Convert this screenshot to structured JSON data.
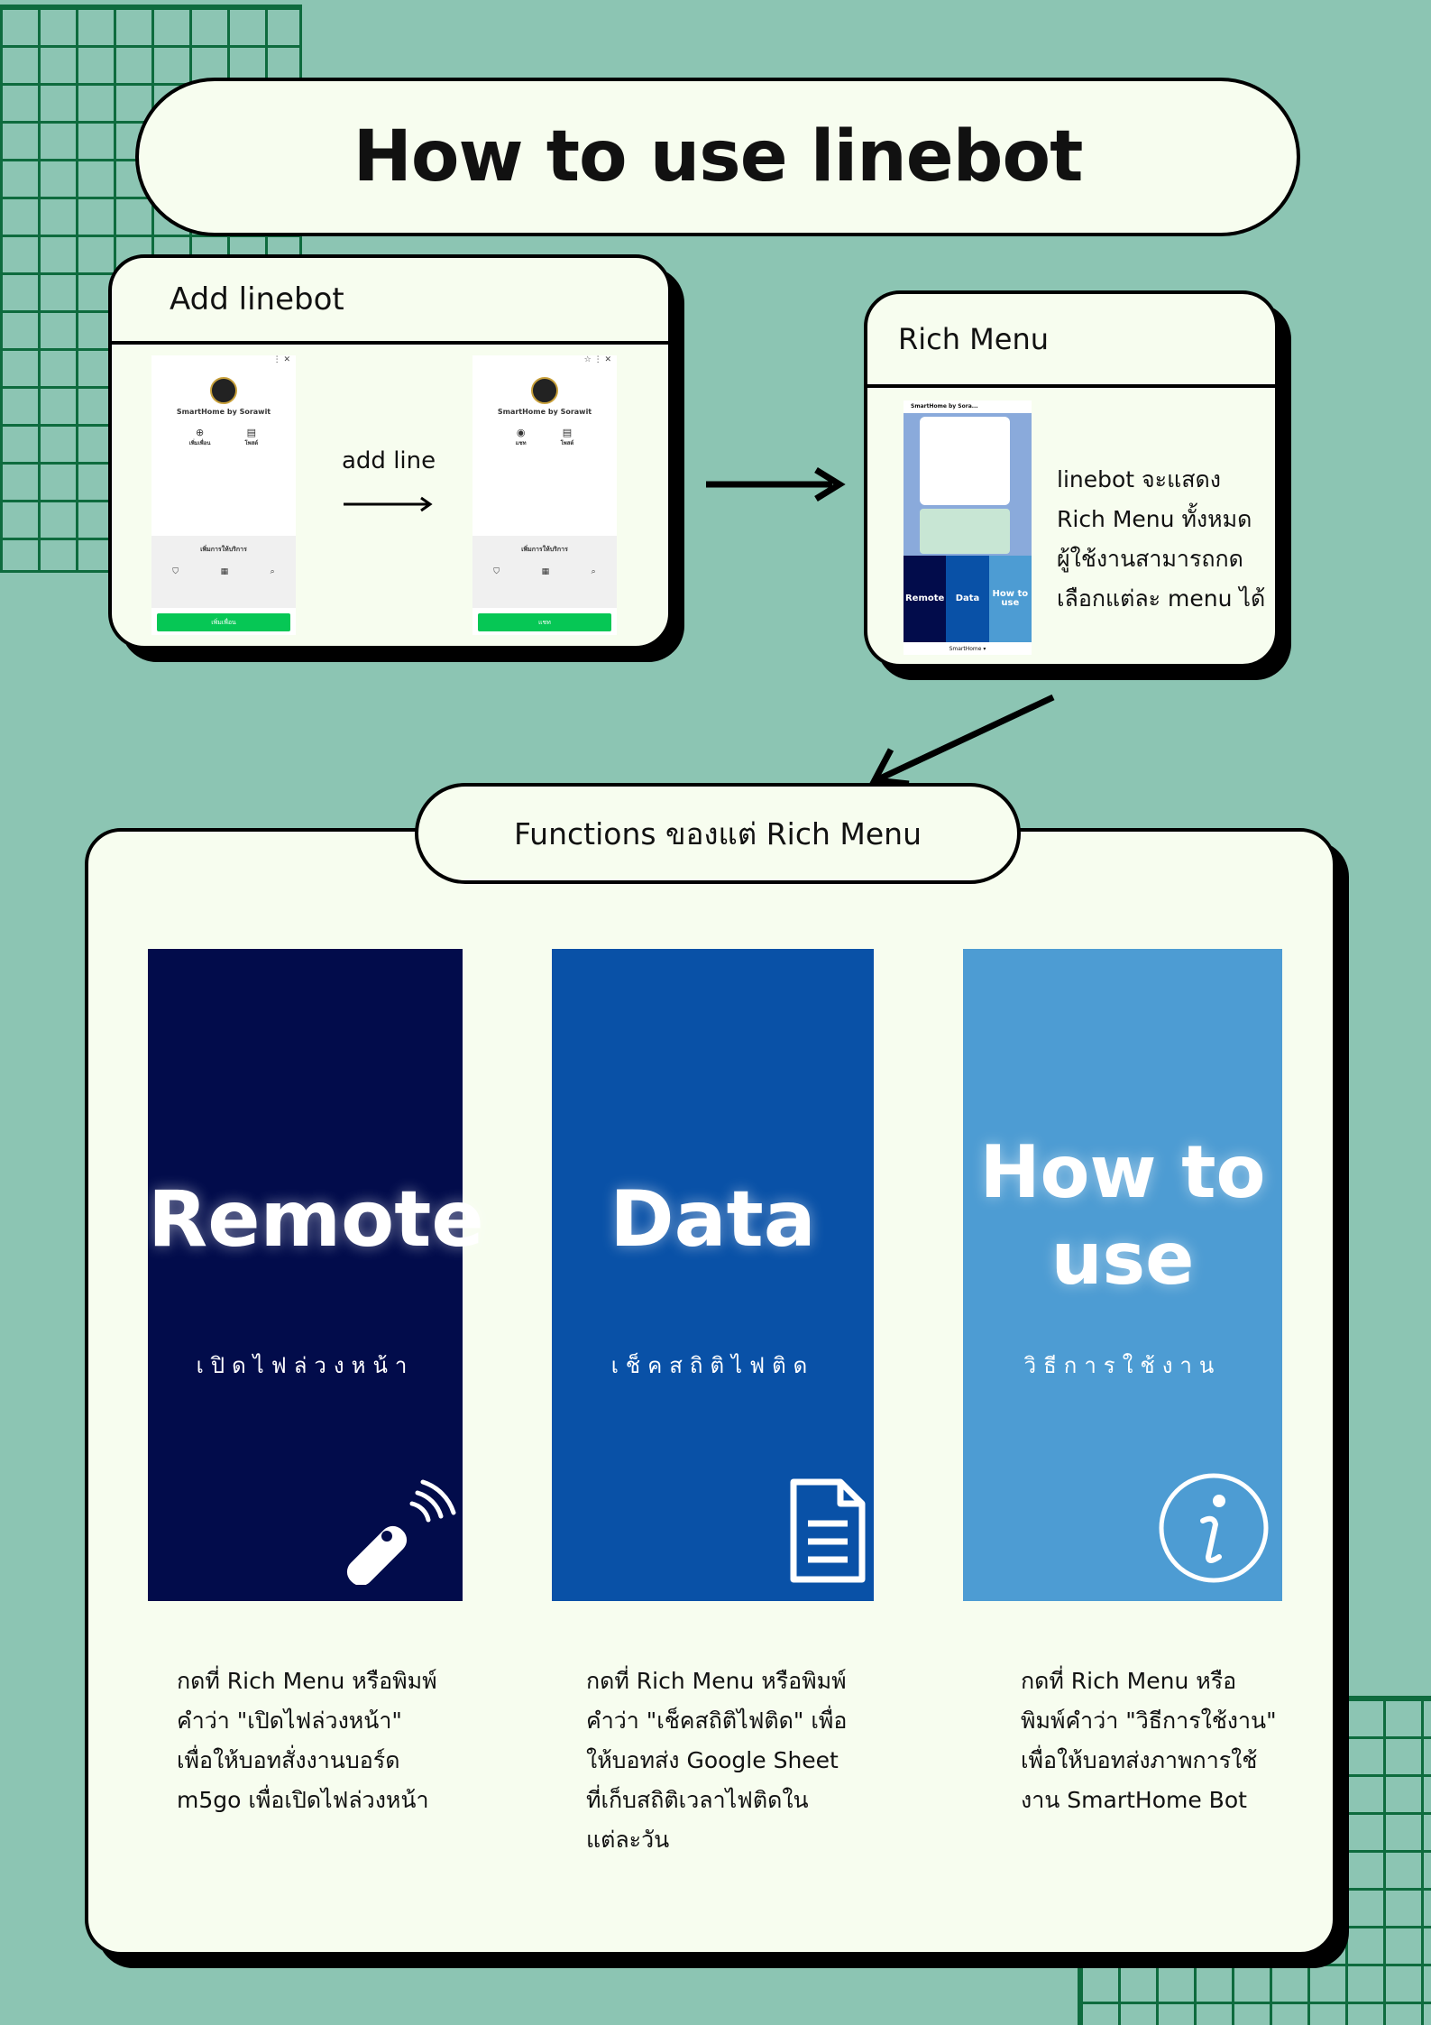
{
  "title": "How to use linebot",
  "add_section": {
    "header": "Add linebot",
    "add_line_label": "add line",
    "phone_before": {
      "name": "SmartHome by Sorawit",
      "actions": [
        "เพิ่มเพื่อน",
        "โพสต์"
      ],
      "panel_title": "เพิ่มการให้บริการ",
      "button": "เพิ่มเพื่อน"
    },
    "phone_after": {
      "name": "SmartHome by Sorawit",
      "actions": [
        "แชท",
        "โพสต์"
      ],
      "panel_title": "เพิ่มการให้บริการ",
      "button": "แชท"
    }
  },
  "rich_section": {
    "header": "Rich Menu",
    "phone_title": "SmartHome by Sora...",
    "tiles": [
      "Remote",
      "Data",
      "How to use"
    ],
    "footer": "SmartHome ▾",
    "description": [
      "linebot จะแสดง",
      "Rich Menu ทั้งหมด",
      "ผู้ใช้งานสามารถกด",
      "เลือกแต่ละ menu ได้"
    ]
  },
  "functions_section": {
    "label": "Functions ของแต่ Rich Menu",
    "cards": [
      {
        "title": "Remote",
        "subtitle": "เปิดไฟล่วงหน้า",
        "color": "#020c4b",
        "icon": "remote-icon"
      },
      {
        "title": "Data",
        "subtitle": "เช็คสถิติไฟติด",
        "color": "#0951a7",
        "icon": "document-icon"
      },
      {
        "title_line1": "How to",
        "title_line2": "use",
        "subtitle": "วิธีการใช้งาน",
        "color": "#4d9cd3",
        "icon": "info-icon"
      }
    ],
    "descriptions": [
      [
        "กดที่ Rich Menu หรือพิมพ์",
        "คำว่า \"เปิดไฟล่วงหน้า\"",
        "เพื่อให้บอทสั่งงานบอร์ด",
        "m5go เพื่อเปิดไฟล่วงหน้า"
      ],
      [
        "กดที่ Rich Menu หรือพิมพ์",
        "คำว่า \"เช็คสถิติไฟติด\" เพื่อ",
        "ให้บอทส่ง Google Sheet",
        "ที่เก็บสถิติเวลาไฟติดใน",
        "แต่ละวัน"
      ],
      [
        "กดที่ Rich Menu หรือ",
        "พิมพ์คำว่า \"วิธีการใช้งาน\"",
        "เพื่อให้บอทส่งภาพการใช้",
        "งาน SmartHome Bot"
      ]
    ]
  }
}
